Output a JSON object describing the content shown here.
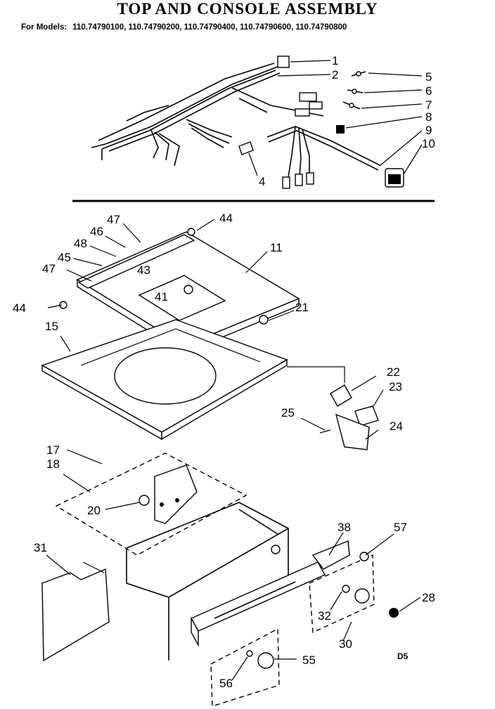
{
  "title": "TOP AND CONSOLE ASSEMBLY",
  "models_label": "For Models:",
  "models": "110.74790100, 110.74790200, 110.74790400, 110.74790600, 110.74790800",
  "code": "D5",
  "callouts": {
    "c1": "1",
    "c2": "2",
    "c4": "4",
    "c5": "5",
    "c6": "6",
    "c7": "7",
    "c8": "8",
    "c9": "9",
    "c10": "10",
    "c11": "11",
    "c15": "15",
    "c17": "17",
    "c18": "18",
    "c20": "20",
    "c21": "21",
    "c22": "22",
    "c23": "23",
    "c24": "24",
    "c25": "25",
    "c28": "28",
    "c30": "30",
    "c31": "31",
    "c32": "32",
    "c38": "38",
    "c41": "41",
    "c43": "43",
    "c44a": "44",
    "c44b": "44",
    "c45": "45",
    "c46": "46",
    "c47a": "47",
    "c47b": "47",
    "c48": "48",
    "c55": "55",
    "c56": "56",
    "c57": "57"
  }
}
